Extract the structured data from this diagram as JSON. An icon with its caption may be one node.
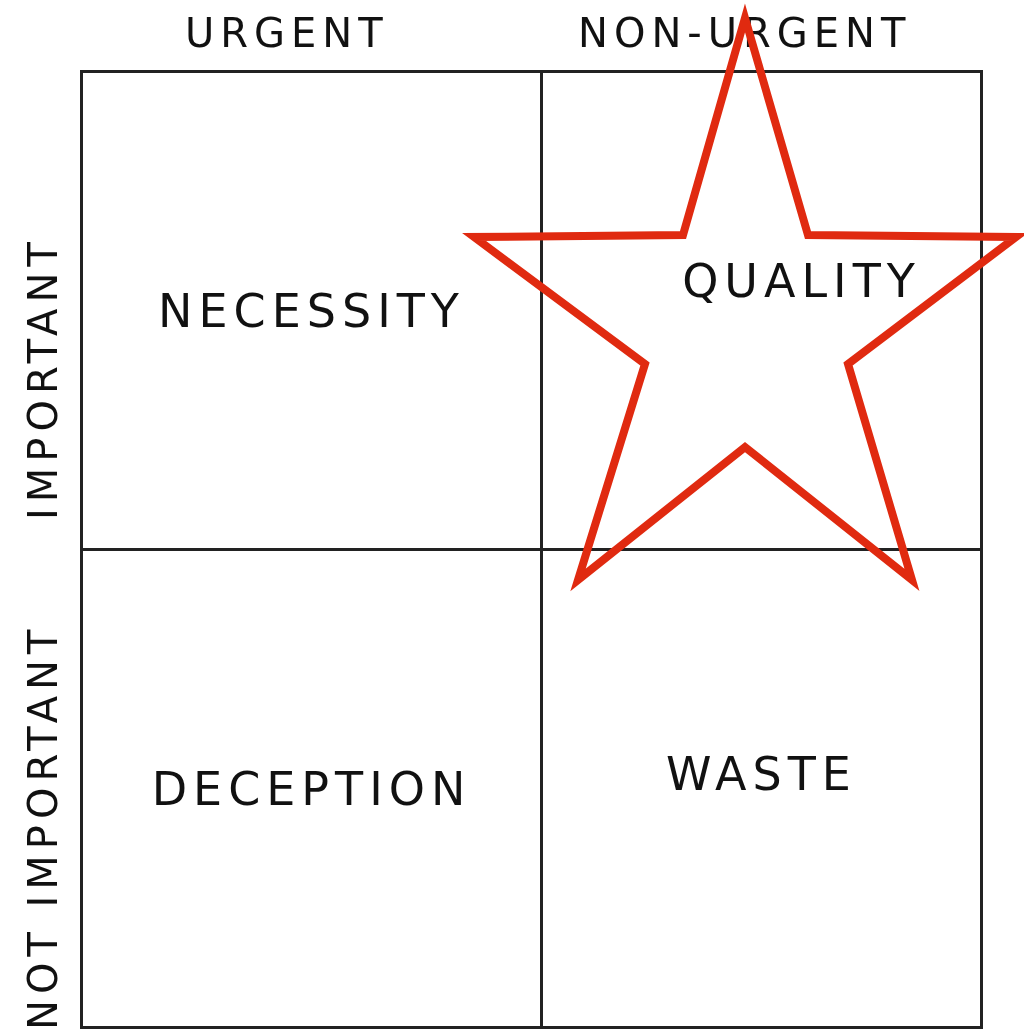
{
  "diagram": {
    "nodes": [
      {
        "text": [
          "NECESSITY"
        ]
      },
      {
        "text": [
          "QUALITY"
        ]
      },
      {
        "text": [
          "DECEPTION"
        ]
      },
      {
        "text": [
          "WASTE"
        ]
      }
    ],
    "labels": [
      "URGENT",
      "NON-URGENT",
      "IMPORTANT",
      "NOT IMPORTANT"
    ]
  }
}
